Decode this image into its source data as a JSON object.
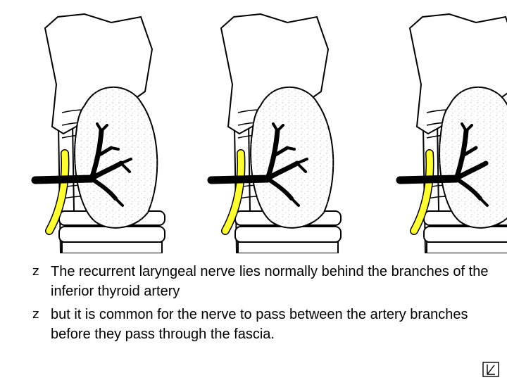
{
  "slide": {
    "bullet_icon": "bullet-glyph",
    "bullet_glyph": "z",
    "bullets": [
      "The recurrent laryngeal nerve lies normally behind the branches of the inferior thyroid artery",
      "but it is common for the nerve to pass between the artery branches before they pass through the fascia."
    ]
  },
  "figure": {
    "panels": [
      "nerve-behind-artery",
      "nerve-behind-artery",
      "nerve-between-branches"
    ],
    "colors": {
      "nerve": "#ffff33",
      "artery": "#000000",
      "outline": "#000000",
      "tissue": "#ffffff"
    }
  },
  "navigation": {
    "icon": "nav-return-icon"
  }
}
